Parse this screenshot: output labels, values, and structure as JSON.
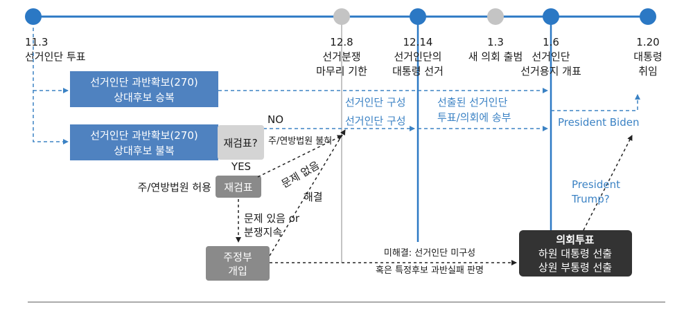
{
  "timeline": [
    {
      "date": "11.3",
      "label_lines": [
        "선거인단 투표"
      ],
      "status": "active"
    },
    {
      "date": "12.8",
      "label_lines": [
        "선거분쟁",
        "마무리 기한"
      ],
      "status": "inactive"
    },
    {
      "date": "12.14",
      "label_lines": [
        "선거인단의",
        "대통령 선거"
      ],
      "status": "active"
    },
    {
      "date": "1.3",
      "label_lines": [
        "새 의회 출범"
      ],
      "status": "inactive"
    },
    {
      "date": "1.6",
      "label_lines": [
        "선거인단",
        "선거용지 개표"
      ],
      "status": "active"
    },
    {
      "date": "1.20",
      "label_lines": [
        "대통령",
        "취임"
      ],
      "status": "active"
    }
  ],
  "boxes": {
    "win": {
      "lines": [
        "선거인단 과반확보(270)",
        "상대후보 승복"
      ]
    },
    "dispute": {
      "lines": [
        "선거인단 과반확보(270)",
        "상대후보 불복"
      ]
    },
    "recount_q": {
      "text": "재검표?"
    },
    "recount": {
      "text": "재검표"
    },
    "state_gov": {
      "lines": [
        "주정부",
        "개입"
      ]
    },
    "house_vote": {
      "lines": [
        "의회투표",
        "하원 대통령 선출",
        "상원 부통령 선출"
      ]
    }
  },
  "labels": {
    "no": "NO",
    "yes": "YES",
    "court_deny": "주/연방법원 불허",
    "court_allow": "주/연방법원 허용",
    "no_problem": "문제 없음",
    "resolved": "해결",
    "problem_lines": [
      "문제 있음 or",
      "분쟁지속"
    ],
    "elector_form_1": "선거인단 구성",
    "elector_form_2": "선거인단 구성",
    "send_lines": [
      "선출된 선거인단",
      "투표/의회에 송부"
    ],
    "unresolved_lines": [
      "미해결: 선거인단 미구성",
      "혹은 특정후보 과반실패 판명"
    ],
    "biden": "President Biden",
    "trump_lines": [
      "President",
      "Trump?"
    ]
  },
  "colors": {
    "timeline": "#2b78c4",
    "inactive_dot": "#c4c4c4",
    "box_blue": "#4f82c0",
    "box_grey": "#d4d4d4",
    "box_dark_grey": "#8a8a8a",
    "box_black": "#333333",
    "text_blue": "#3b82c4"
  }
}
